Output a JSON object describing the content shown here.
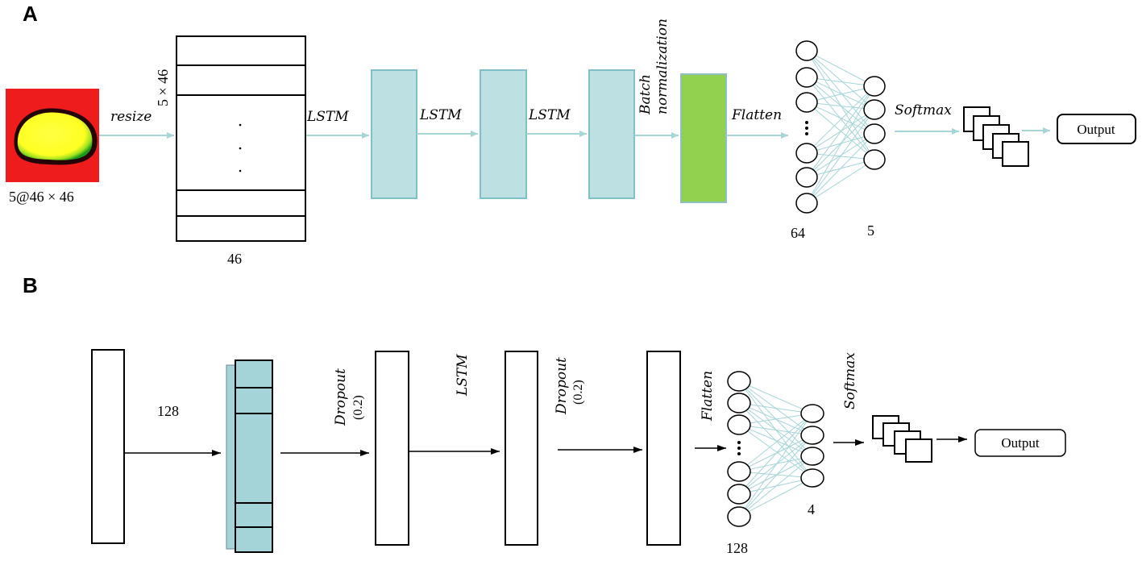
{
  "panels": {
    "a": "A",
    "b": "B"
  },
  "panel_a": {
    "input_label": "5@46 × 46",
    "resize_label": "resize",
    "grid_side_label": "5 × 46",
    "grid_bottom_label": "46",
    "lstm_1": "LSTM",
    "lstm_2": "LSTM",
    "lstm_3": "LSTM",
    "batch_norm_1": "Batch",
    "batch_norm_2": "normalization",
    "flatten": "Flatten",
    "softmax": "Softmax",
    "count_left": "64",
    "count_right": "5",
    "output": "Output"
  },
  "panel_b": {
    "size_label": "128",
    "dropout_1": "Dropout",
    "dropout_1_rate": "(0.2)",
    "lstm": "LSTM",
    "dropout_2": "Dropout",
    "dropout_2_rate": "(0.2)",
    "flatten": "Flatten",
    "softmax": "Softmax",
    "count_left": "128",
    "count_right": "4",
    "output": "Output"
  },
  "colors": {
    "lstm_fill": "#bde0e3",
    "lstm_stroke": "#7fc0c8",
    "batch_norm_fill": "#92d050",
    "connector": "#a6d5d8",
    "stack_fill": "#a5d4d8",
    "thumb_bg": "#ee1c1c",
    "thumb_blob": "#ffff33",
    "thumb_edge": "#22c022"
  }
}
